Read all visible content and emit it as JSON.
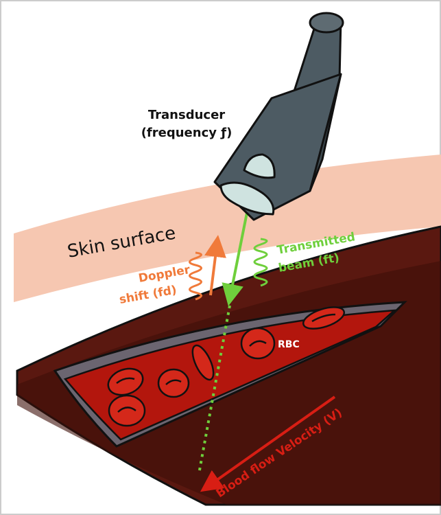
{
  "labels": {
    "transducer_line1": "Transducer",
    "transducer_line2": "(frequency ƒ)",
    "skin_surface": "Skin surface",
    "doppler_line1": "Doppler",
    "doppler_line2": "shift (fd)",
    "transmitted_line1": "Transmitted",
    "transmitted_line2": "beam (ft)",
    "rbc": "RBC",
    "blood_flow": "Blood flow Velocity (V)"
  },
  "colors": {
    "skin": "#f6c7b1",
    "tissue": "#5a1810",
    "tissue_dark": "#3e0f09",
    "vessel_wall": "#6b6570",
    "blood": "#b3160d",
    "rbc": "#d4281a",
    "transducer_body": "#4d5b63",
    "transducer_face": "#cfe3e0",
    "transmitted": "#6fcf3c",
    "doppler": "#f07a3a",
    "flow_arrow": "#d81e14",
    "outline": "#111111"
  }
}
